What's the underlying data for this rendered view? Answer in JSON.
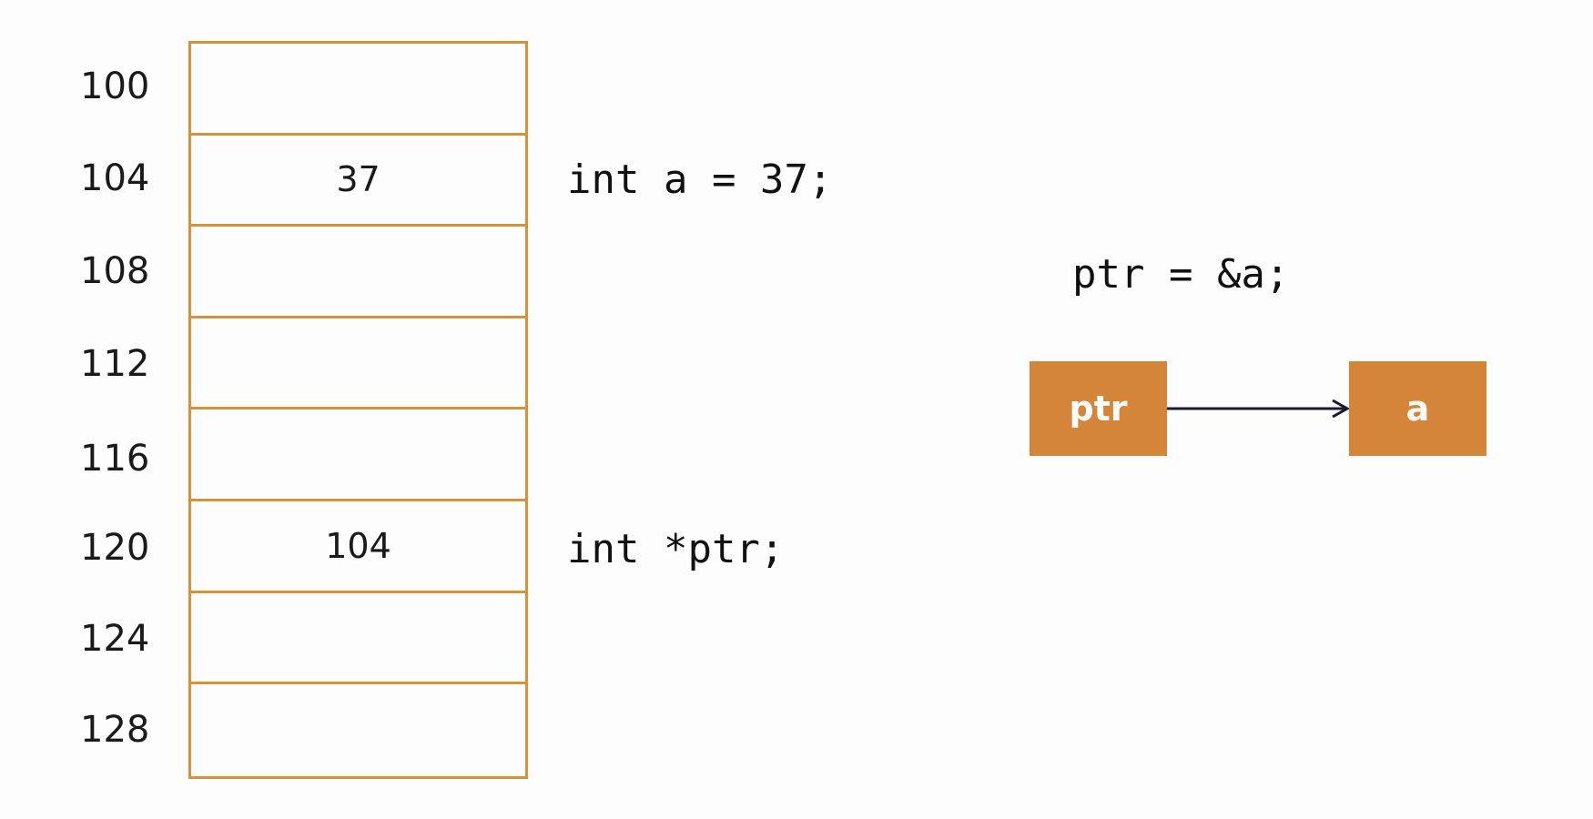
{
  "memory": {
    "addresses": [
      "100",
      "104",
      "108",
      "112",
      "116",
      "120",
      "124",
      "128"
    ],
    "values": [
      "",
      "37",
      "",
      "",
      "",
      "104",
      "",
      ""
    ]
  },
  "code": {
    "decl_a": "int a = 37;",
    "decl_ptr": "int *ptr;",
    "assign": "ptr = &a;"
  },
  "pointer_diagram": {
    "source_label": "ptr",
    "target_label": "a"
  },
  "colors": {
    "cell_border": "#d4923a",
    "box_fill": "#d4853a",
    "box_text": "#ffffff",
    "arrow": "#1a1a2e"
  }
}
